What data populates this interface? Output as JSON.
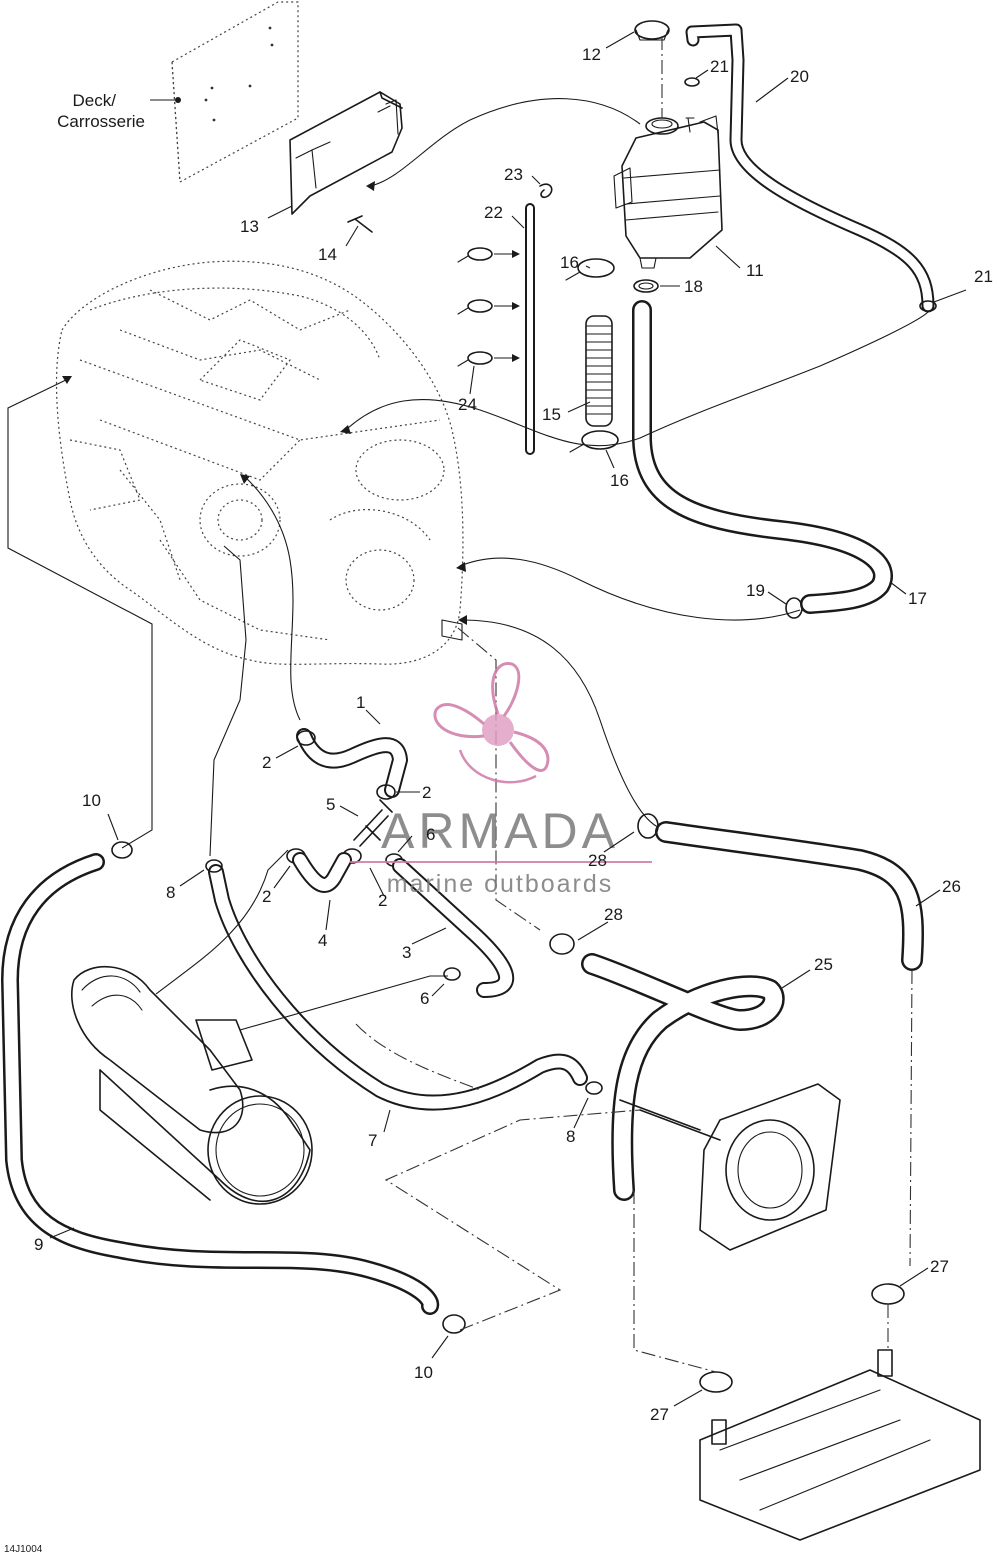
{
  "doc_code": "14J1004",
  "deck_label": [
    "Deck/",
    "Carrosserie"
  ],
  "watermark": {
    "brand": "ARMADA",
    "tagline": "marine outboards",
    "color": "#d07aa8"
  },
  "callouts": [
    {
      "id": "c1",
      "text": "1"
    },
    {
      "id": "c2a",
      "text": "2"
    },
    {
      "id": "c2b",
      "text": "2"
    },
    {
      "id": "c2c",
      "text": "2"
    },
    {
      "id": "c2d",
      "text": "2"
    },
    {
      "id": "c3",
      "text": "3"
    },
    {
      "id": "c4",
      "text": "4"
    },
    {
      "id": "c5",
      "text": "5"
    },
    {
      "id": "c6a",
      "text": "6"
    },
    {
      "id": "c6b",
      "text": "6"
    },
    {
      "id": "c7",
      "text": "7"
    },
    {
      "id": "c8a",
      "text": "8"
    },
    {
      "id": "c8b",
      "text": "8"
    },
    {
      "id": "c9",
      "text": "9"
    },
    {
      "id": "c10a",
      "text": "10"
    },
    {
      "id": "c10b",
      "text": "10"
    },
    {
      "id": "c11",
      "text": "11"
    },
    {
      "id": "c12",
      "text": "12"
    },
    {
      "id": "c13",
      "text": "13"
    },
    {
      "id": "c14",
      "text": "14"
    },
    {
      "id": "c15",
      "text": "15"
    },
    {
      "id": "c16a",
      "text": "16"
    },
    {
      "id": "c16b",
      "text": "16"
    },
    {
      "id": "c17",
      "text": "17"
    },
    {
      "id": "c18",
      "text": "18"
    },
    {
      "id": "c19",
      "text": "19"
    },
    {
      "id": "c20",
      "text": "20"
    },
    {
      "id": "c21a",
      "text": "21"
    },
    {
      "id": "c21b",
      "text": "21"
    },
    {
      "id": "c22",
      "text": "22"
    },
    {
      "id": "c23",
      "text": "23"
    },
    {
      "id": "c24",
      "text": "24"
    },
    {
      "id": "c25",
      "text": "25"
    },
    {
      "id": "c26",
      "text": "26"
    },
    {
      "id": "c27a",
      "text": "27"
    },
    {
      "id": "c27b",
      "text": "27"
    },
    {
      "id": "c28a",
      "text": "28"
    },
    {
      "id": "c28b",
      "text": "28"
    }
  ]
}
